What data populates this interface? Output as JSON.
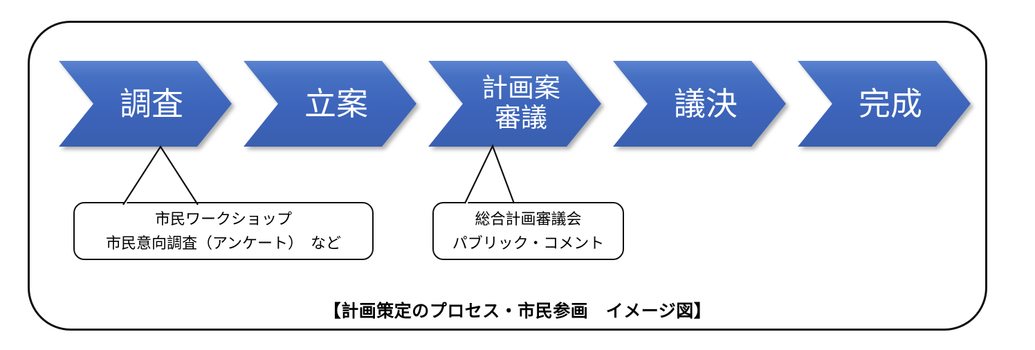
{
  "colors": {
    "chevron_top": "#5b83d0",
    "chevron_upper": "#4670c2",
    "chevron_mid": "#3c64ba",
    "chevron_bottom": "#3a5fb0",
    "outline": "#0f0f0f",
    "label_text": "#ffffff",
    "body_text": "#000000"
  },
  "steps": [
    {
      "lines": [
        "調査"
      ]
    },
    {
      "lines": [
        "立案"
      ]
    },
    {
      "lines": [
        "計画案",
        "審議"
      ]
    },
    {
      "lines": [
        "議決"
      ]
    },
    {
      "lines": [
        "完成"
      ]
    }
  ],
  "callouts": [
    {
      "lines": [
        "市民ワークショップ",
        "市民意向調査（アンケート）　など"
      ]
    },
    {
      "lines": [
        "総合計画審議会",
        "パブリック・コメント"
      ]
    }
  ],
  "caption": "【計画策定のプロセス・市民参画　イメージ図】"
}
